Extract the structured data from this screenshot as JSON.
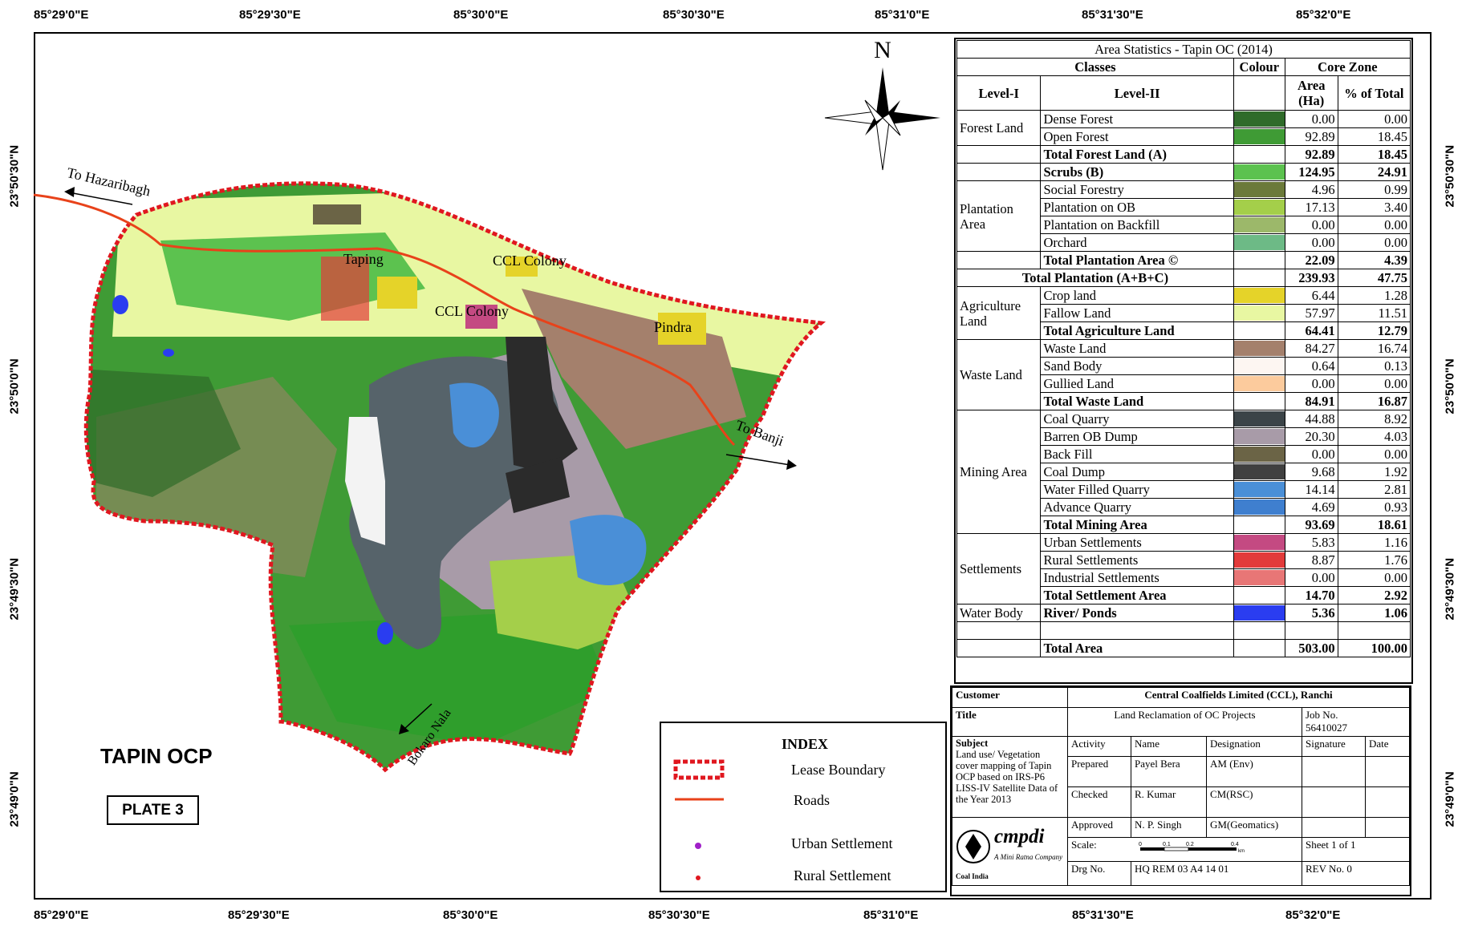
{
  "map": {
    "title": "TAPIN OCP",
    "plate": "PLATE 3",
    "north_letter": "N"
  },
  "graticule": {
    "top": [
      "85°29'0\"E",
      "85°29'30\"E",
      "85°30'0\"E",
      "85°30'30\"E",
      "85°31'0\"E",
      "85°31'30\"E",
      "85°32'0\"E"
    ],
    "bottom": [
      "85°29'0\"E",
      "85°29'30\"E",
      "85°30'0\"E",
      "85°30'30\"E",
      "85°31'0\"E",
      "85°31'30\"E",
      "85°32'0\"E"
    ],
    "left": [
      "23°50'30\"N",
      "23°50'0\"N",
      "23°49'30\"N",
      "23°49'0\"N"
    ],
    "right": [
      "23°50'30\"N",
      "23°50'0\"N",
      "23°49'30\"N",
      "23°49'0\"N"
    ]
  },
  "place_labels": {
    "hazaribagh": "To Hazaribagh",
    "taping": "Taping",
    "ccl_colony_1": "CCL Colony",
    "ccl_colony_2": "CCL Colony",
    "pindra": "Pindra",
    "banji": "To Banji",
    "bokaro": "Bokaro Nala"
  },
  "index": {
    "title": "INDEX",
    "items": [
      "Lease Boundary",
      "Roads",
      "Urban Settlement",
      "Rural Settlement"
    ]
  },
  "stats": {
    "title": "Area Statistics - Tapin OC (2014)",
    "h_classes": "Classes",
    "h_colour": "Colour",
    "h_core": "Core Zone",
    "h_level1": "Level-I",
    "h_level2": "Level-II",
    "h_area": "Area (Ha)",
    "h_pct": "% of Total",
    "groups": {
      "forest": "Forest Land",
      "plantation": "Plantation Area",
      "agriculture": "Agriculture Land",
      "waste": "Waste Land",
      "mining": "Mining Area",
      "settlements": "Settlements",
      "water": "Water Body"
    },
    "rows": [
      {
        "name": "Dense Forest",
        "area": "0.00",
        "pct": "0.00",
        "color": "#2f6b2a"
      },
      {
        "name": "Open Forest",
        "area": "92.89",
        "pct": "18.45",
        "color": "#3f9b35"
      },
      {
        "name": "Total Forest Land (A)",
        "area": "92.89",
        "pct": "18.45",
        "color": ""
      },
      {
        "name": "Scrubs (B)",
        "area": "124.95",
        "pct": "24.91",
        "color": "#5cc24f"
      },
      {
        "name": "Social Forestry",
        "area": "4.96",
        "pct": "0.99",
        "color": "#6b7a3a"
      },
      {
        "name": "Plantation on OB",
        "area": "17.13",
        "pct": "3.40",
        "color": "#a4cf4a"
      },
      {
        "name": "Plantation on Backfill",
        "area": "0.00",
        "pct": "0.00",
        "color": "#9cb86a"
      },
      {
        "name": "Orchard",
        "area": "0.00",
        "pct": "0.00",
        "color": "#6dba86"
      },
      {
        "name": "Total Plantation Area ©",
        "area": "22.09",
        "pct": "4.39",
        "color": ""
      },
      {
        "name": "Total Plantation (A+B+C)",
        "area": "239.93",
        "pct": "47.75",
        "color": ""
      },
      {
        "name": "Crop land",
        "area": "6.44",
        "pct": "1.28",
        "color": "#e5d329"
      },
      {
        "name": "Fallow Land",
        "area": "57.97",
        "pct": "11.51",
        "color": "#e8f7a2"
      },
      {
        "name": "Total Agriculture Land",
        "area": "64.41",
        "pct": "12.79",
        "color": ""
      },
      {
        "name": "Waste Land",
        "area": "84.27",
        "pct": "16.74",
        "color": "#a4806c"
      },
      {
        "name": "Sand Body",
        "area": "0.64",
        "pct": "0.13",
        "color": "#fdf6f2"
      },
      {
        "name": "Gullied Land",
        "area": "0.00",
        "pct": "0.00",
        "color": "#fccb9d"
      },
      {
        "name": "Total Waste Land",
        "area": "84.91",
        "pct": "16.87",
        "color": ""
      },
      {
        "name": "Coal Quarry",
        "area": "44.88",
        "pct": "8.92",
        "color": "#3b4448"
      },
      {
        "name": "Barren OB Dump",
        "area": "20.30",
        "pct": "4.03",
        "color": "#a89ba8"
      },
      {
        "name": "Back Fill",
        "area": "0.00",
        "pct": "0.00",
        "color": "#6b6446"
      },
      {
        "name": "Coal Dump",
        "area": "9.68",
        "pct": "1.92",
        "color": "#404040"
      },
      {
        "name": "Water Filled Quarry",
        "area": "14.14",
        "pct": "2.81",
        "color": "#4a8fd7"
      },
      {
        "name": "Advance Quarry",
        "area": "4.69",
        "pct": "0.93",
        "color": "#3f7fcf"
      },
      {
        "name": "Total Mining Area",
        "area": "93.69",
        "pct": "18.61",
        "color": ""
      },
      {
        "name": "Urban Settlements",
        "area": "5.83",
        "pct": "1.16",
        "color": "#c44a82"
      },
      {
        "name": "Rural Settlements",
        "area": "8.87",
        "pct": "1.76",
        "color": "#e23b3b"
      },
      {
        "name": "Industrial Settlements",
        "area": "0.00",
        "pct": "0.00",
        "color": "#e87676"
      },
      {
        "name": "Total Settlement Area",
        "area": "14.70",
        "pct": "2.92",
        "color": ""
      },
      {
        "name": "River/ Ponds",
        "area": "5.36",
        "pct": "1.06",
        "color": "#2a3df0"
      },
      {
        "name": "Total Area",
        "area": "503.00",
        "pct": "100.00",
        "color": ""
      }
    ]
  },
  "titleblock": {
    "customer_label": "Customer",
    "customer": "Central Coalfields Limited (CCL), Ranchi",
    "title_label": "Title",
    "title": "Land Reclamation of OC Projects",
    "job_label": "Job No.",
    "job": "56410027",
    "subject_label": "Subject",
    "subject": "Land use/ Vegetation cover mapping of Tapin OCP based on IRS-P6 LISS-IV Satellite Data of the Year 2013",
    "h_activity": "Activity",
    "h_name": "Name",
    "h_designation": "Designation",
    "h_signature": "Signature",
    "h_date": "Date",
    "prepared": {
      "activity": "Prepared",
      "name": "Payel Bera",
      "designation": "AM (Env)"
    },
    "checked": {
      "activity": "Checked",
      "name": "R. Kumar",
      "designation": "CM(RSC)"
    },
    "approved": {
      "activity": "Approved",
      "name": "N. P. Singh",
      "designation": "GM(Geomatics)"
    },
    "logo_text": "cmpdi",
    "logo_sub": "A Mini Ratna Company",
    "coal_india": "Coal India",
    "scale_label": "Scale:",
    "scale_ticks": [
      "0",
      "0.1",
      "0.2",
      "0.4"
    ],
    "scale_unit": "km",
    "sheet": "Sheet 1 of 1",
    "drg_label": "Drg No.",
    "drg": "HQ REM 03 A4 14 01",
    "rev": "REV No. 0"
  },
  "colors": {
    "lease_boundary": "#e0171f",
    "road": "#e8421a",
    "urban_dot": "#a020c8",
    "rural_dot": "#e0171f"
  }
}
